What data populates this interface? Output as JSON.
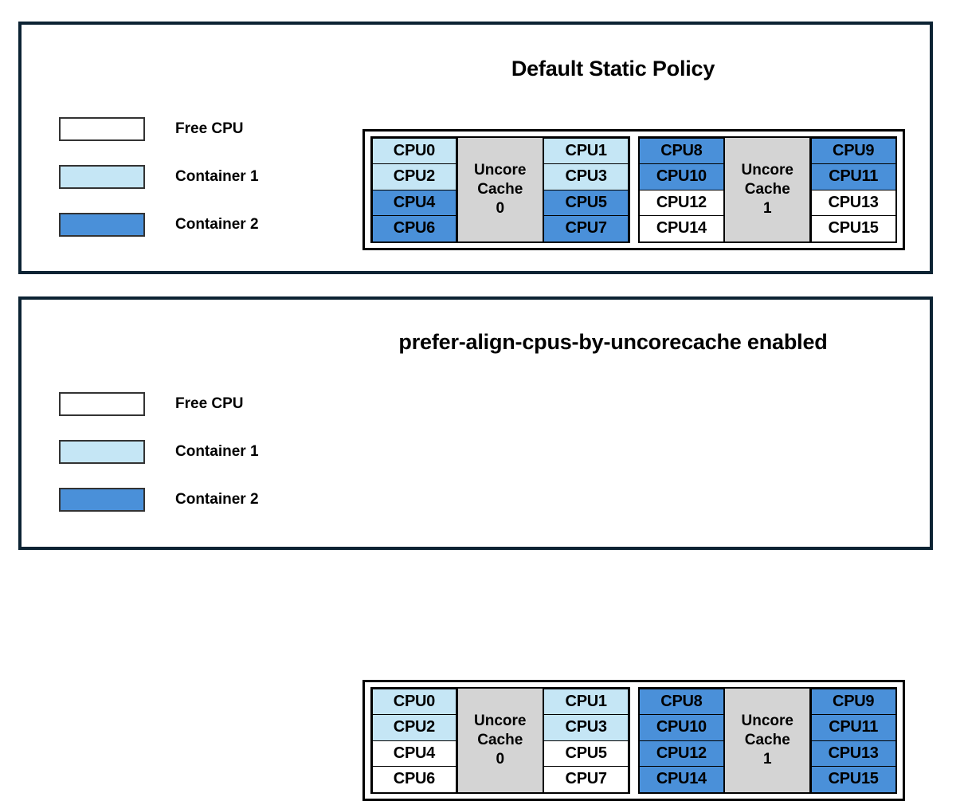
{
  "colors": {
    "free_cpu": "#ffffff",
    "container1": "#c5e6f5",
    "container2": "#4a90d9",
    "uncore_cache": "#d4d4d4",
    "panel_border": "#0c2333",
    "cell_border": "#000000"
  },
  "legend": {
    "items": [
      {
        "label": "Free CPU",
        "state": "free"
      },
      {
        "label": "Container 1",
        "state": "c1"
      },
      {
        "label": "Container 2",
        "state": "c2"
      }
    ]
  },
  "panels": [
    {
      "title": "Default Static Policy",
      "groups": [
        {
          "cache_line1": "Uncore",
          "cache_line2": "Cache",
          "cache_line3": "0",
          "left_column": [
            {
              "label": "CPU0",
              "state": "c1"
            },
            {
              "label": "CPU2",
              "state": "c1"
            },
            {
              "label": "CPU4",
              "state": "c2"
            },
            {
              "label": "CPU6",
              "state": "c2"
            }
          ],
          "right_column": [
            {
              "label": "CPU1",
              "state": "c1"
            },
            {
              "label": "CPU3",
              "state": "c1"
            },
            {
              "label": "CPU5",
              "state": "c2"
            },
            {
              "label": "CPU7",
              "state": "c2"
            }
          ]
        },
        {
          "cache_line1": "Uncore",
          "cache_line2": "Cache",
          "cache_line3": "1",
          "left_column": [
            {
              "label": "CPU8",
              "state": "c2"
            },
            {
              "label": "CPU10",
              "state": "c2"
            },
            {
              "label": "CPU12",
              "state": "free"
            },
            {
              "label": "CPU14",
              "state": "free"
            }
          ],
          "right_column": [
            {
              "label": "CPU9",
              "state": "c2"
            },
            {
              "label": "CPU11",
              "state": "c2"
            },
            {
              "label": "CPU13",
              "state": "free"
            },
            {
              "label": "CPU15",
              "state": "free"
            }
          ]
        }
      ]
    },
    {
      "title": "prefer-align-cpus-by-uncorecache enabled",
      "groups": [
        {
          "cache_line1": "Uncore",
          "cache_line2": "Cache",
          "cache_line3": "0",
          "left_column": [
            {
              "label": "CPU0",
              "state": "c1"
            },
            {
              "label": "CPU2",
              "state": "c1"
            },
            {
              "label": "CPU4",
              "state": "free"
            },
            {
              "label": "CPU6",
              "state": "free"
            }
          ],
          "right_column": [
            {
              "label": "CPU1",
              "state": "c1"
            },
            {
              "label": "CPU3",
              "state": "c1"
            },
            {
              "label": "CPU5",
              "state": "free"
            },
            {
              "label": "CPU7",
              "state": "free"
            }
          ]
        },
        {
          "cache_line1": "Uncore",
          "cache_line2": "Cache",
          "cache_line3": "1",
          "left_column": [
            {
              "label": "CPU8",
              "state": "c2"
            },
            {
              "label": "CPU10",
              "state": "c2"
            },
            {
              "label": "CPU12",
              "state": "c2"
            },
            {
              "label": "CPU14",
              "state": "c2"
            }
          ],
          "right_column": [
            {
              "label": "CPU9",
              "state": "c2"
            },
            {
              "label": "CPU11",
              "state": "c2"
            },
            {
              "label": "CPU13",
              "state": "c2"
            },
            {
              "label": "CPU15",
              "state": "c2"
            }
          ]
        }
      ]
    }
  ]
}
